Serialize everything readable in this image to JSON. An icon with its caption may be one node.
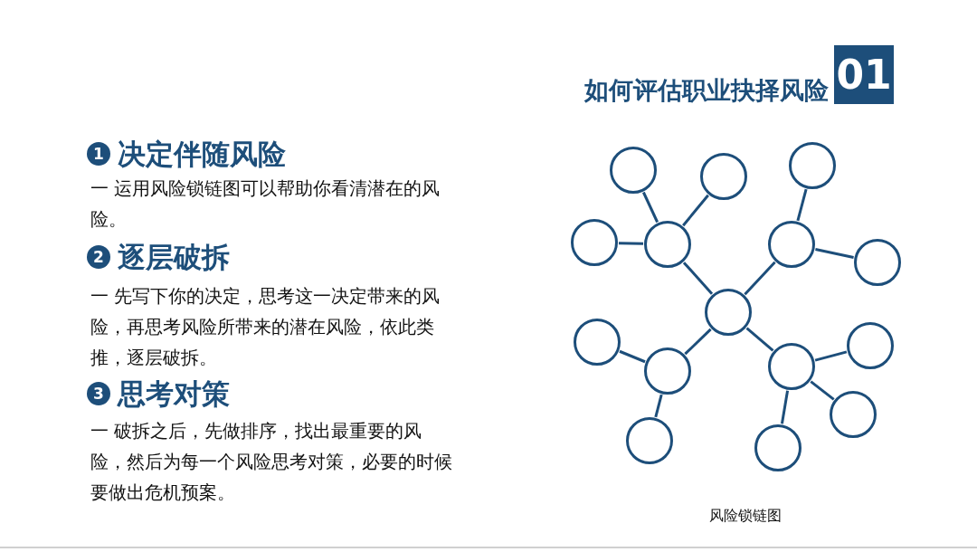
{
  "diagram": {
    "title": "如何评估职业抉择风险",
    "caption": "风险锁链图",
    "nodes": [
      {
        "text": [],
        "shape": "circle"
      },
      {
        "text": [],
        "shape": "circle"
      },
      {
        "text": [],
        "shape": "circle"
      },
      {
        "text": [],
        "shape": "circle"
      },
      {
        "text": [],
        "shape": "circle"
      },
      {
        "text": [],
        "shape": "circle"
      },
      {
        "text": [],
        "shape": "circle"
      },
      {
        "text": [],
        "shape": "circle"
      },
      {
        "text": [],
        "shape": "circle"
      },
      {
        "text": [],
        "shape": "circle"
      },
      {
        "text": [],
        "shape": "circle"
      },
      {
        "text": [],
        "shape": "circle"
      },
      {
        "text": [],
        "shape": "circle"
      },
      {
        "text": [],
        "shape": "circle"
      },
      {
        "text": [],
        "shape": "circle"
      }
    ],
    "edges": [
      {
        "from": 7,
        "to": 4,
        "arrow": "none"
      },
      {
        "from": 7,
        "to": 5,
        "arrow": "none"
      },
      {
        "from": 7,
        "to": 11,
        "arrow": "none"
      },
      {
        "from": 7,
        "to": 10,
        "arrow": "none"
      },
      {
        "from": 4,
        "to": 0,
        "arrow": "none"
      },
      {
        "from": 4,
        "to": 1,
        "arrow": "none"
      },
      {
        "from": 4,
        "to": 3,
        "arrow": "none"
      },
      {
        "from": 5,
        "to": 2,
        "arrow": "none"
      },
      {
        "from": 5,
        "to": 6,
        "arrow": "none"
      },
      {
        "from": 11,
        "to": 8,
        "arrow": "none"
      },
      {
        "from": 11,
        "to": 13,
        "arrow": "none"
      },
      {
        "from": 10,
        "to": 9,
        "arrow": "none"
      },
      {
        "from": 10,
        "to": 12,
        "arrow": "none"
      },
      {
        "from": 10,
        "to": 14,
        "arrow": "none"
      }
    ],
    "labels": [
      "01",
      "1",
      "决定伴随风险",
      "一 运用风险锁链图可以帮助你看清潜在的风险。",
      "2",
      "逐层破拆",
      "一 先写下你的决定，思考这一决定带来的风险，再思考风险所带来的潜在风险，依此类推，逐层破拆。",
      "3",
      "思考对策",
      "一  破拆之后，先做排序，找出最重要的风险，然后为每一个风险思考对策，必要的时候要做出危机预案。"
    ]
  }
}
